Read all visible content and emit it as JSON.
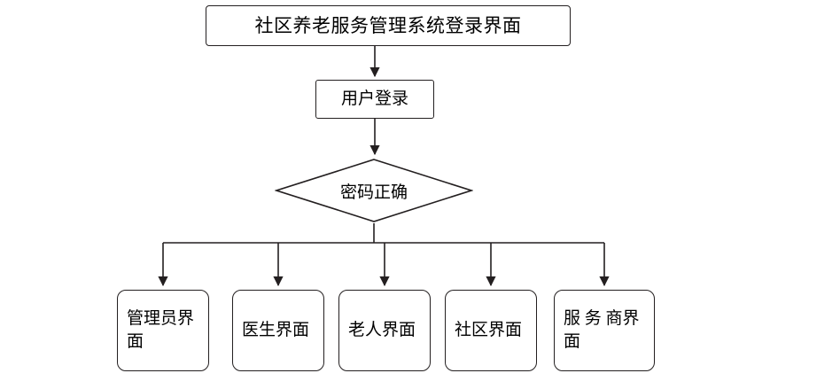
{
  "diagram": {
    "type": "flowchart",
    "title_node": {
      "label": "社区养老服务管理系统登录界面"
    },
    "login_node": {
      "label": "用户登录"
    },
    "decision_node": {
      "label": "密码正确"
    },
    "leaf_nodes": [
      {
        "label": "管理员界面"
      },
      {
        "label": "医生界面"
      },
      {
        "label": "老人界面"
      },
      {
        "label": "社区界面"
      },
      {
        "label": "服 务 商界面"
      }
    ],
    "colors": {
      "stroke": "#231f20",
      "background": "#ffffff",
      "text": "#000000"
    }
  }
}
